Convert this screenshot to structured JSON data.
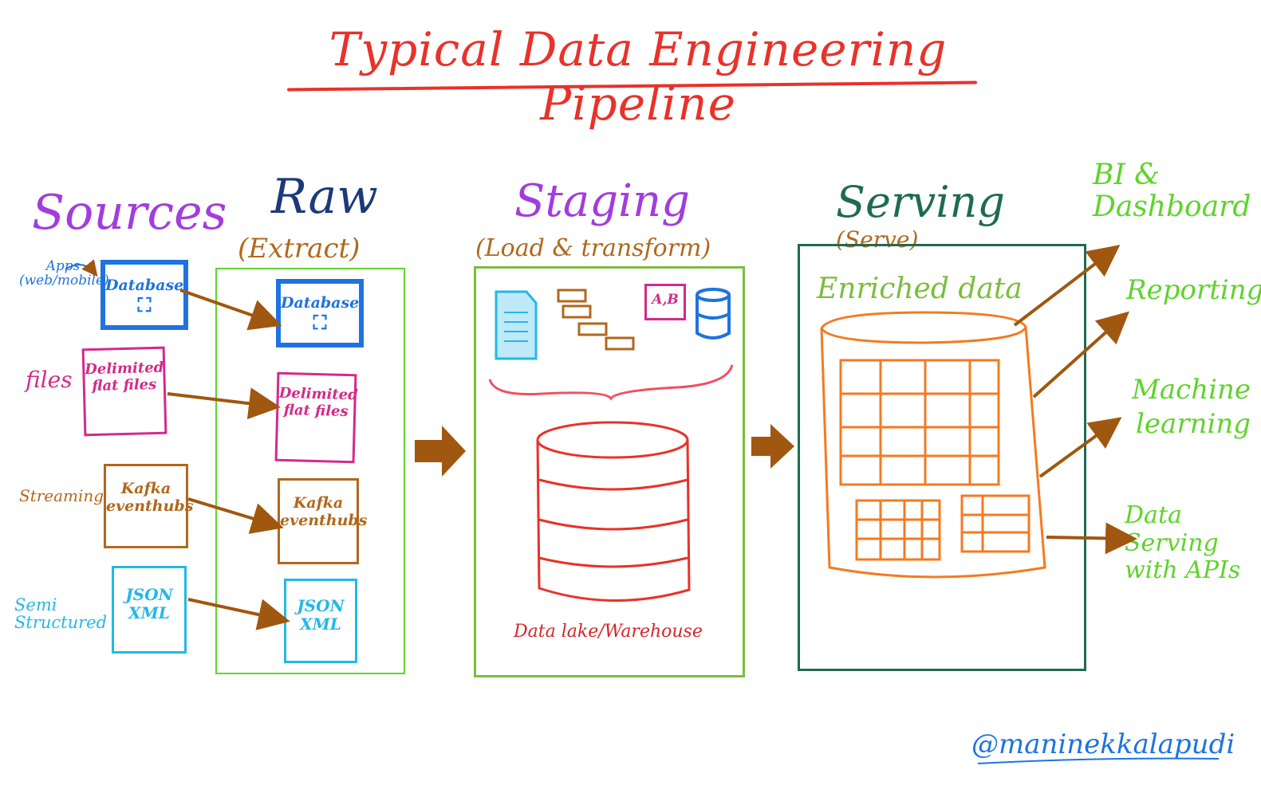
{
  "title": "Typical Data Engineering Pipeline",
  "colors": {
    "red": "#e8322a",
    "purple": "#a23ddc",
    "navy": "#1a3a7a",
    "brown": "#b0681c",
    "blue": "#1e73e0",
    "magenta": "#d42a8a",
    "cyan": "#22b8e8",
    "green": "#5fd32c",
    "olive": "#7bbd3c",
    "teal": "#1f6a52",
    "orange": "#f47a20",
    "arrow": "#a0570f"
  },
  "sources": {
    "heading": "Sources",
    "apps_label": "Apps (web/mobile)",
    "files_label": "files",
    "streaming_label": "Streaming",
    "semi_label": "Semi Structured",
    "database": "Database",
    "delimited": "Delimited flat files",
    "kafka": "Kafka eventhubs",
    "json": "JSON",
    "xml": "XML"
  },
  "raw": {
    "heading": "Raw",
    "subheading": "(Extract)",
    "database": "Database",
    "delimited": "Delimited flat files",
    "kafka": "Kafka eventhubs",
    "json": "JSON",
    "xml": "XML"
  },
  "staging": {
    "heading": "Staging",
    "subheading": "(Load & transform)",
    "ab_label": "A,B",
    "lake_label": "Data lake/Warehouse"
  },
  "serving": {
    "heading": "Serving",
    "subheading": "(Serve)",
    "enriched": "Enriched data"
  },
  "outputs": {
    "bi": "BI & Dashboard",
    "reporting": "Reporting",
    "ml": "Machine learning",
    "api": "Data Serving with APIs"
  },
  "handle": "@maninekkalapudi"
}
